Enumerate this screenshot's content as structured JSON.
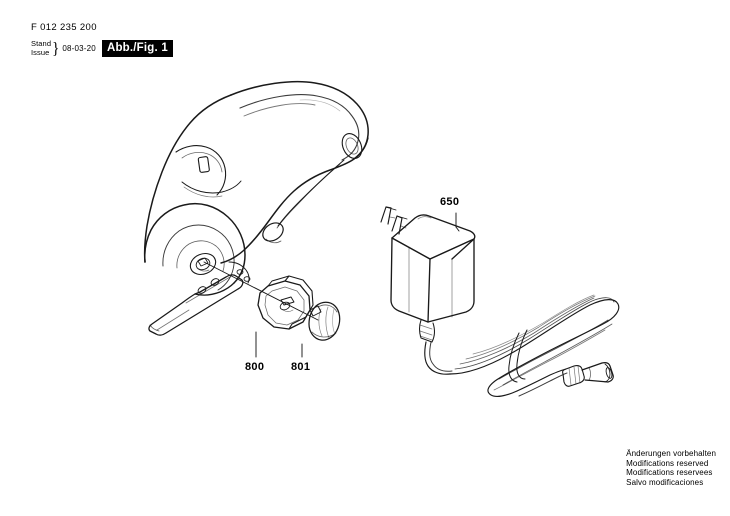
{
  "document": {
    "part_number": "F 012 235 200",
    "issue_label_de": "Stand",
    "issue_label_en": "Issue",
    "issue_brace": "}",
    "issue_date": "08-03-20",
    "figure_badge": "Abb./Fig. 1"
  },
  "footer": {
    "line_de": "Änderungen vorbehalten",
    "line_en": "Modifications reserved",
    "line_fr": "Modifications reservees",
    "line_es": "Salvo modificaciones"
  },
  "callouts": [
    {
      "number": "650",
      "part": "power-supply-charger"
    },
    {
      "number": "800",
      "part": "cutting-blade-disc"
    },
    {
      "number": "801",
      "part": "blade-clamp-knob"
    }
  ],
  "colors": {
    "line": "#1a1a1a",
    "badge_background": "#000000",
    "badge_text": "#ffffff",
    "page_background": "#ffffff"
  },
  "illustration": {
    "title": "Exploded spare parts drawing",
    "items": [
      "cordless-cutter-tool-body",
      "cutting-blade-disc",
      "blade-clamp-knob",
      "mains-power-adapter",
      "coiled-power-cable",
      "barrel-connector-plug"
    ]
  }
}
